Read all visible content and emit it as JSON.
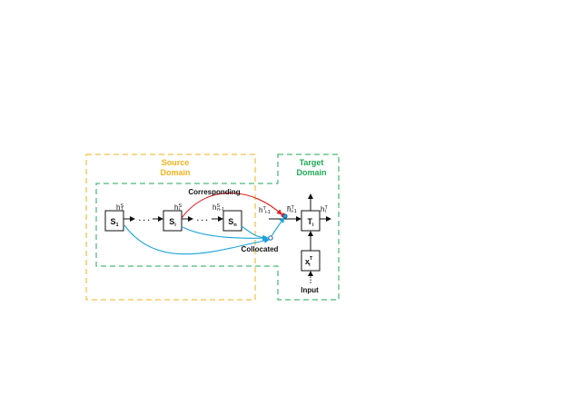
{
  "domains": {
    "source_line1": "Source",
    "source_line2": "Domain",
    "target_line1": "Target",
    "target_line2": "Domain"
  },
  "nodes": {
    "s1": {
      "main": "S",
      "sub": "1"
    },
    "si": {
      "main": "S",
      "sub": "i"
    },
    "sn": {
      "main": "S",
      "sub": "n"
    },
    "ti": {
      "main": "T",
      "sub": "i"
    },
    "xi": {
      "main": "x",
      "sup": "T",
      "sub": "i"
    }
  },
  "hidden": {
    "h1": {
      "main": "h",
      "sup": "S",
      "sub": "1"
    },
    "hi": {
      "main": "h",
      "sup": "S",
      "sub": "i"
    },
    "hn1": {
      "main": "h",
      "sup": "S",
      "sub": "n-1"
    },
    "hti1": {
      "main": "h",
      "sup": "T",
      "sub": "i-1"
    },
    "htilde": {
      "main": "h̃",
      "sup": "T",
      "sub": "i-1"
    },
    "hti": {
      "main": "h",
      "sup": "T",
      "sub": "i"
    }
  },
  "ellipsis": "· · ·",
  "labels": {
    "corresponding": "Corresponding",
    "collocated": "Collocated",
    "input": "Input"
  },
  "colors": {
    "source_domain": "#f2b21b",
    "target_domain": "#1faa55",
    "corresponding": "#e02020",
    "collocated": "#1aa3dc"
  }
}
